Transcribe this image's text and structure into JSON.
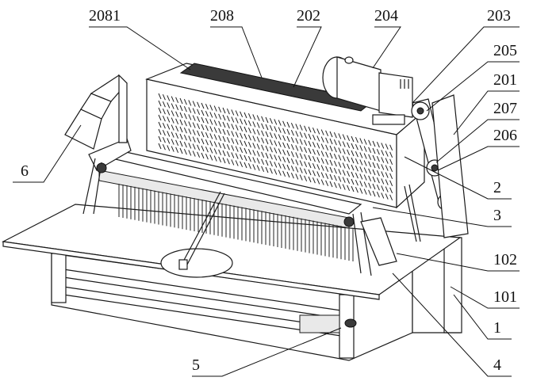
{
  "labels": {
    "l2081": "2081",
    "l208": "208",
    "l202": "202",
    "l204": "204",
    "l203": "203",
    "l205": "205",
    "l201": "201",
    "l207": "207",
    "l206": "206",
    "l6": "6",
    "l2": "2",
    "l3": "3",
    "l102": "102",
    "l101": "101",
    "l1": "1",
    "l5": "5",
    "l4": "4"
  }
}
